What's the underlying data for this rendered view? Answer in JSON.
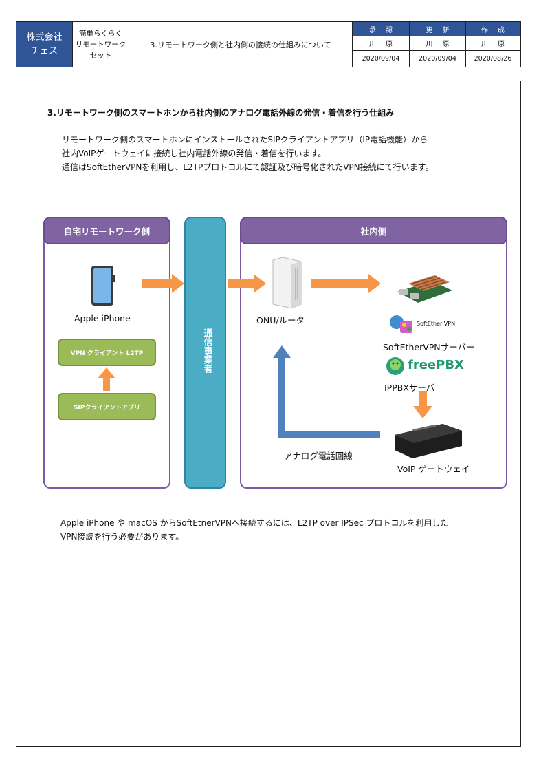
{
  "header": {
    "company_line1": "株式会社",
    "company_line2": "チェス",
    "product_line1": "簡単らくらく",
    "product_line2": "リモートワーク",
    "product_line3": "セット",
    "doc_title": "3.リモートワーク側と社内側の接続の仕組みについて",
    "columns": [
      {
        "role": "承認",
        "name": "川原",
        "date": "2020/09/04"
      },
      {
        "role": "更新",
        "name": "川原",
        "date": "2020/09/04"
      },
      {
        "role": "作成",
        "name": "川原",
        "date": "2020/08/26"
      }
    ]
  },
  "section_title": "3.リモートワーク側のスマートホンから社内側のアナログ電話外線の発信・着信を行う仕組み",
  "intro": {
    "line1": "リモートワーク側のスマートホンにインストールされたSIPクライアントアプリ（IP電話機能）から",
    "line2": "社内VoIPゲートウェイに接続し社内電話外線の発信・着信を行います。",
    "line3": "通信はSoftEtherVPNを利用し、L2TPプロトコルにて認証及び暗号化されたVPN接続にて行います。"
  },
  "diagram": {
    "home_title": "自宅リモートワーク側",
    "carrier_label": "通信事業者",
    "office_title": "社内側",
    "iphone_label": "Apple iPhone",
    "vpn_client_label": "VPN クライアント L2TP",
    "sip_client_label": "SIPクライアントアプリ",
    "router_label": "ONU/ルータ",
    "softether_logo_text": "SoftEther VPN",
    "softether_label": "SoftEtherVPNサーバー",
    "freepbx_logo_text": "freePBX",
    "ippbx_label": "IPPBXサーバ",
    "analog_line_label": "アナログ電話回線",
    "voip_label": "VoIP ゲートウェイ"
  },
  "note": {
    "line1": "Apple iPhone や macOS からSoftEtnerVPNへ接続するには、L2TP over IPSec プロトコルを利用した",
    "line2": "VPN接続を行う必要があります。"
  },
  "colors": {
    "header_blue": "#2f5597",
    "purple": "#8064a2",
    "carrier_teal": "#4bacc6",
    "green": "#9bbb59",
    "orange_arrow": "#f79646",
    "blue_arrow": "#4f81bd"
  }
}
